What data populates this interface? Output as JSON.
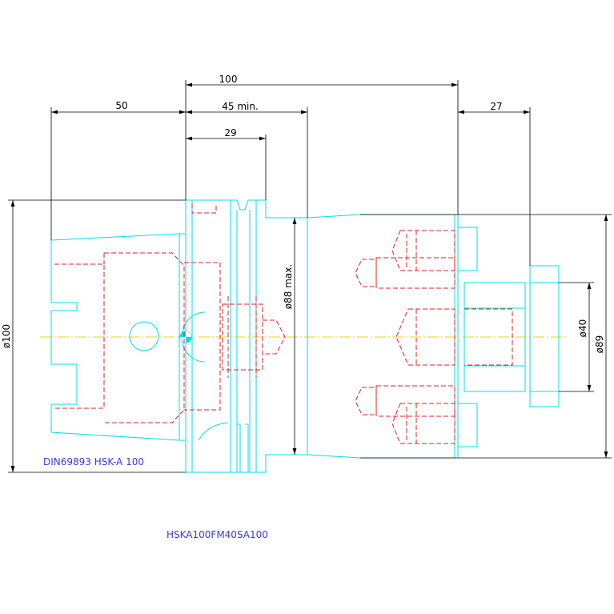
{
  "dimensions": {
    "length_total": "100",
    "length_shank": "50",
    "length_min": "45 min.",
    "length_flange": "29",
    "length_face": "27",
    "dia_shank": "ø100",
    "dia_body": "ø88 max.",
    "dia_face": "ø89",
    "dia_pilot": "ø40"
  },
  "labels": {
    "standard": "DIN69893 HSK-A 100",
    "part_number": "HSKA100FM40SA100"
  },
  "colors": {
    "outline": "#00dfe8",
    "hidden": "#e02020",
    "center": "#e8d800",
    "dimension": "#000000",
    "label": "#3a3ad8"
  }
}
